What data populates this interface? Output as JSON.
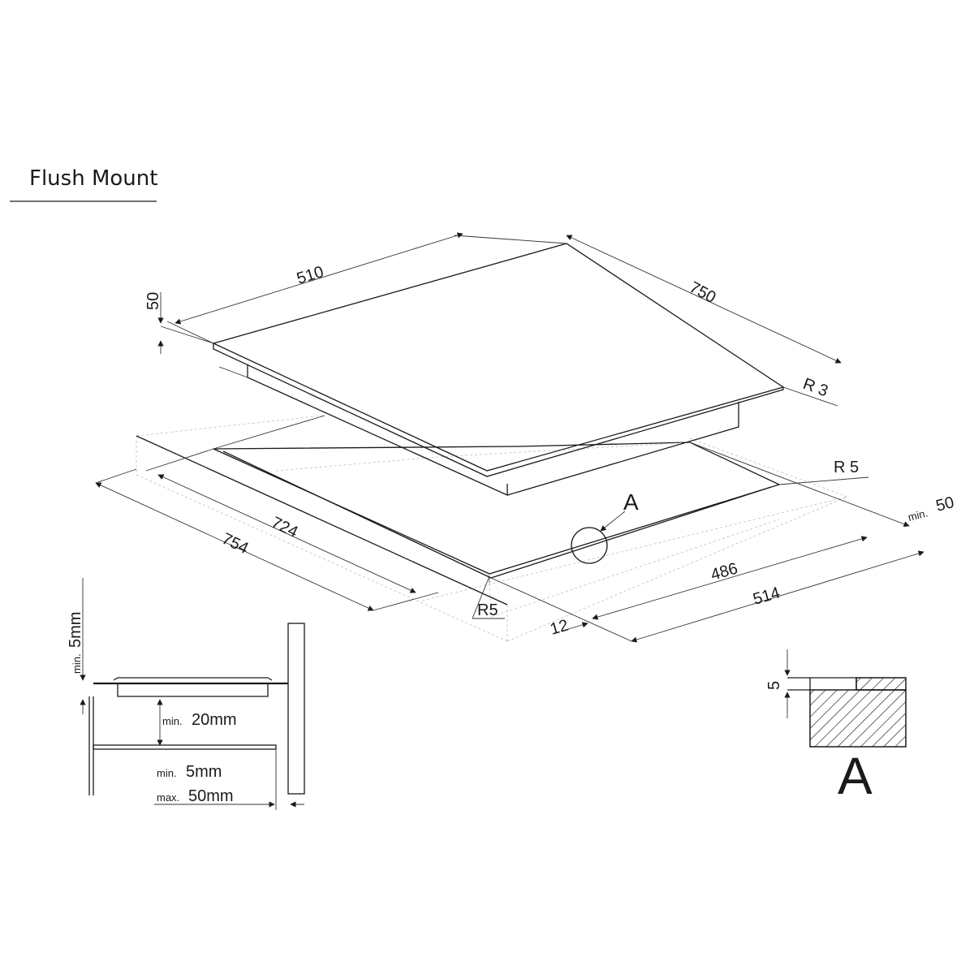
{
  "title": "Flush Mount",
  "dimensions": {
    "depth_top": "510",
    "width_top": "750",
    "height": "50",
    "radius_top": "R 3",
    "radius_cutout_right": "R 5",
    "cutout_width": "724",
    "outer_width": "754",
    "cutout_depth": "486",
    "outer_depth": "514",
    "min_prefix_50": "min.",
    "min_value_50": "50",
    "radius_cutout_front": "R5",
    "edge_12": "12",
    "detail_label": "A",
    "detail_5": "5"
  },
  "section": {
    "min_prefix": "min.",
    "min_prefix_max": "max.",
    "top_clearance": "5mm",
    "depth_clearance": "20mm",
    "side_min": "5mm",
    "side_max": "50mm"
  }
}
